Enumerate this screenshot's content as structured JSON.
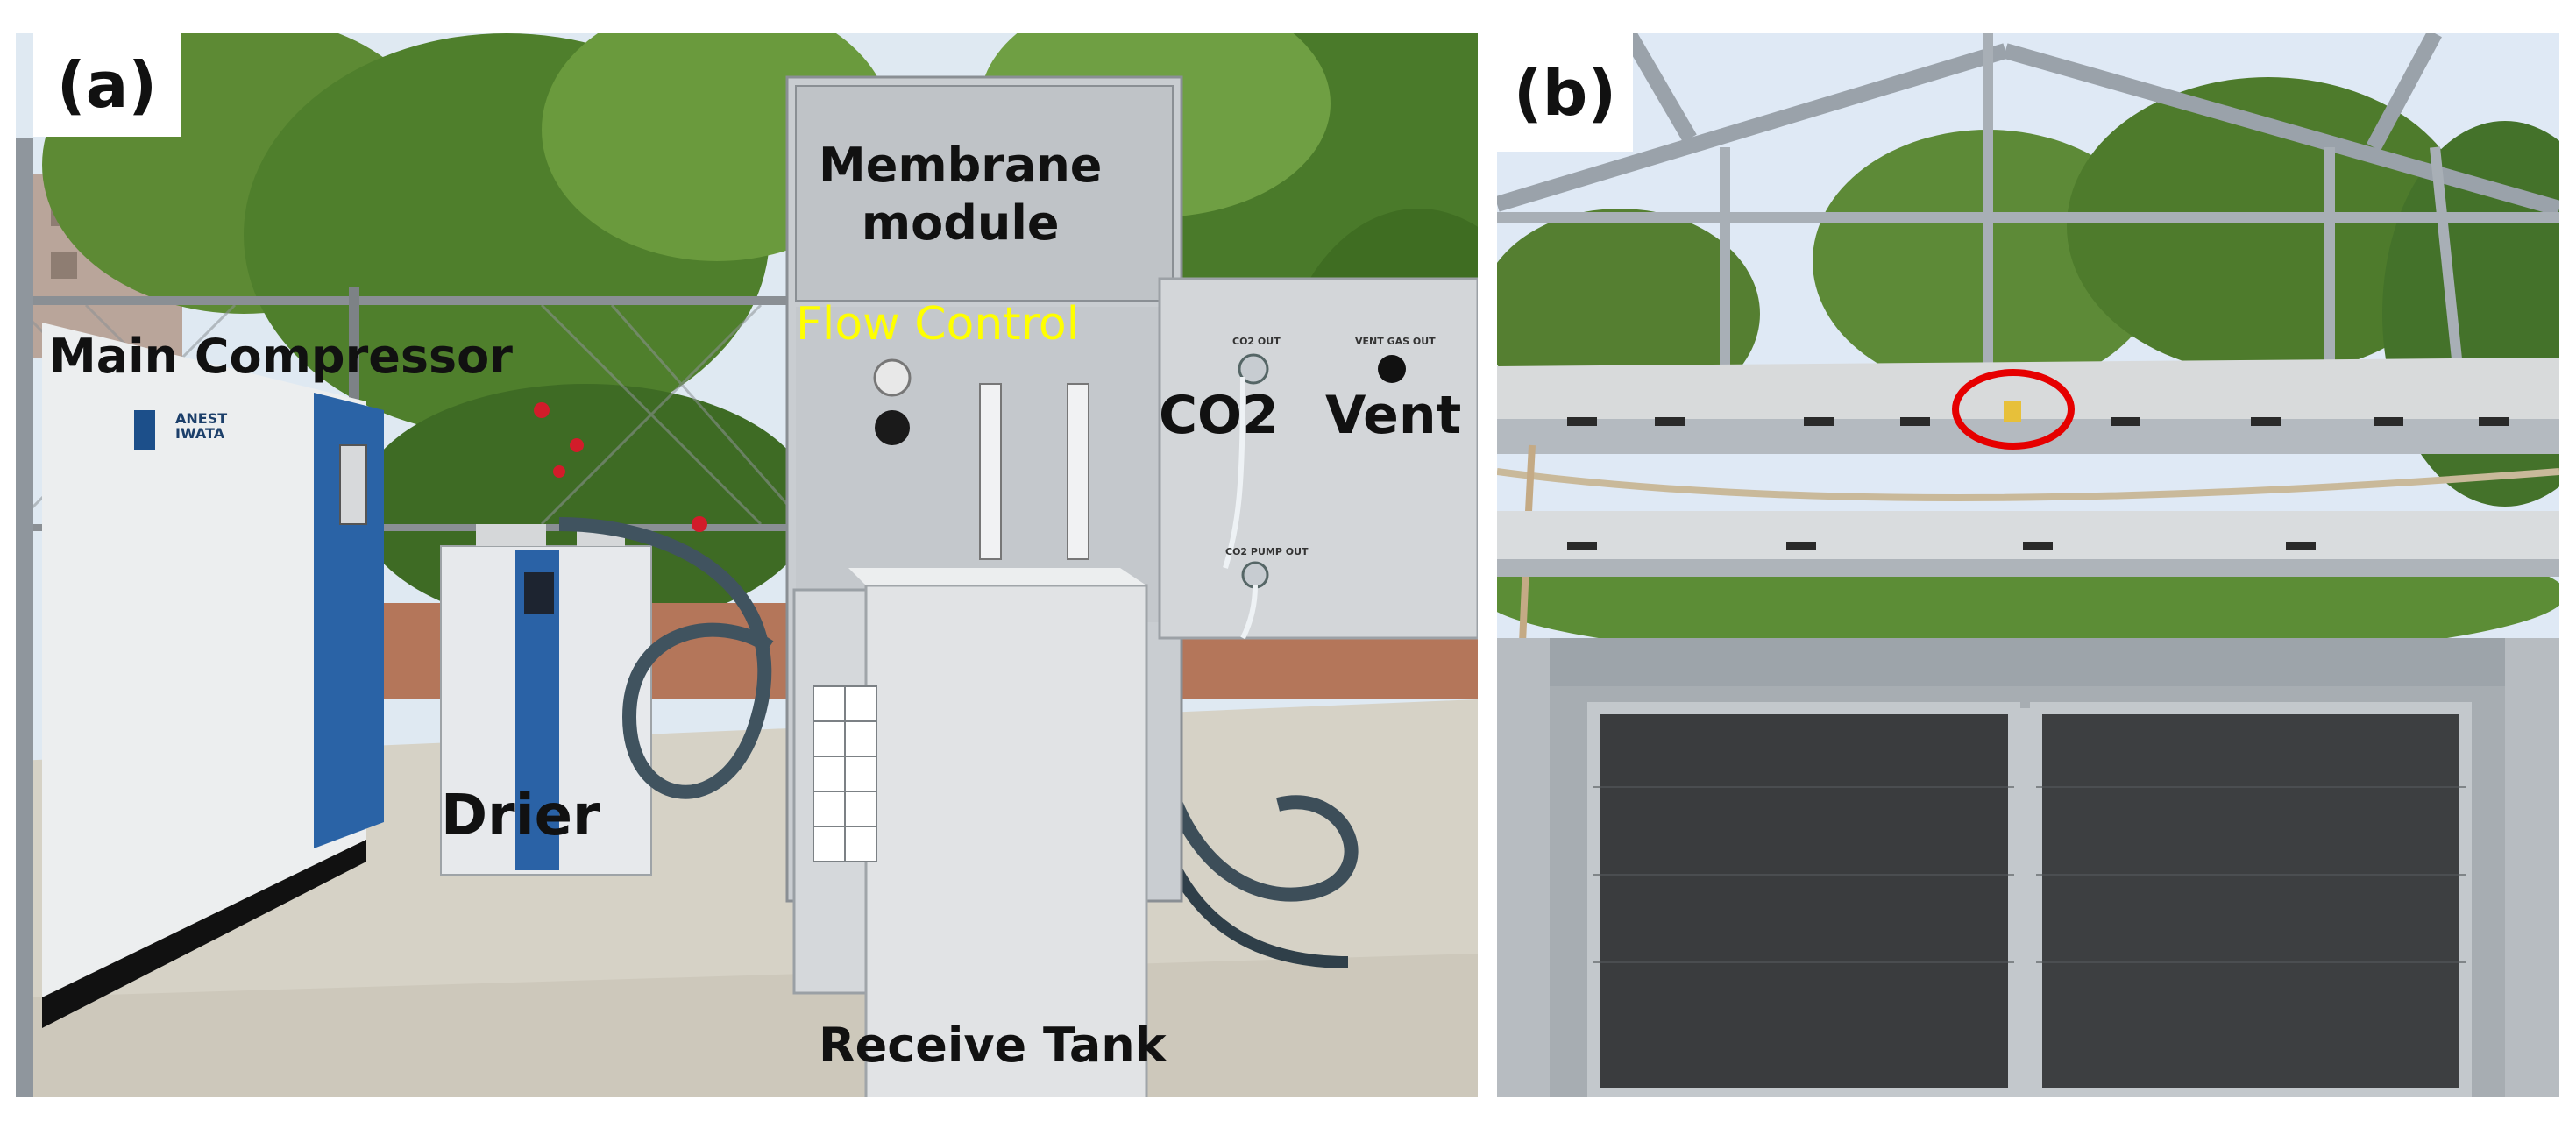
{
  "panels": [
    {
      "label": "(a)",
      "annotations": {
        "membrane_module": "Membrane\nmodule",
        "flow_control": "Flow Control",
        "main_compressor": "Main Compressor",
        "co2": "CO2",
        "vent": "Vent",
        "drier": "Drier",
        "receive_tank": "Receive Tank",
        "panel_plate_co2_out": "CO2 OUT",
        "panel_plate_vent_gas_out": "VENT GAS OUT",
        "panel_plate_co2_pump_out": "CO2 PUMP OUT",
        "compressor_brand": "ANEST\nIWATA"
      }
    },
    {
      "label": "(b)",
      "highlight_color": "#e60000"
    }
  ],
  "colors": {
    "sky": "#dfe9f2",
    "foliage": "#4f7f2c",
    "ground": "#d6d2c6",
    "compressor_accent": "#1f5fa0",
    "flow_control_text": "#ffff00"
  }
}
